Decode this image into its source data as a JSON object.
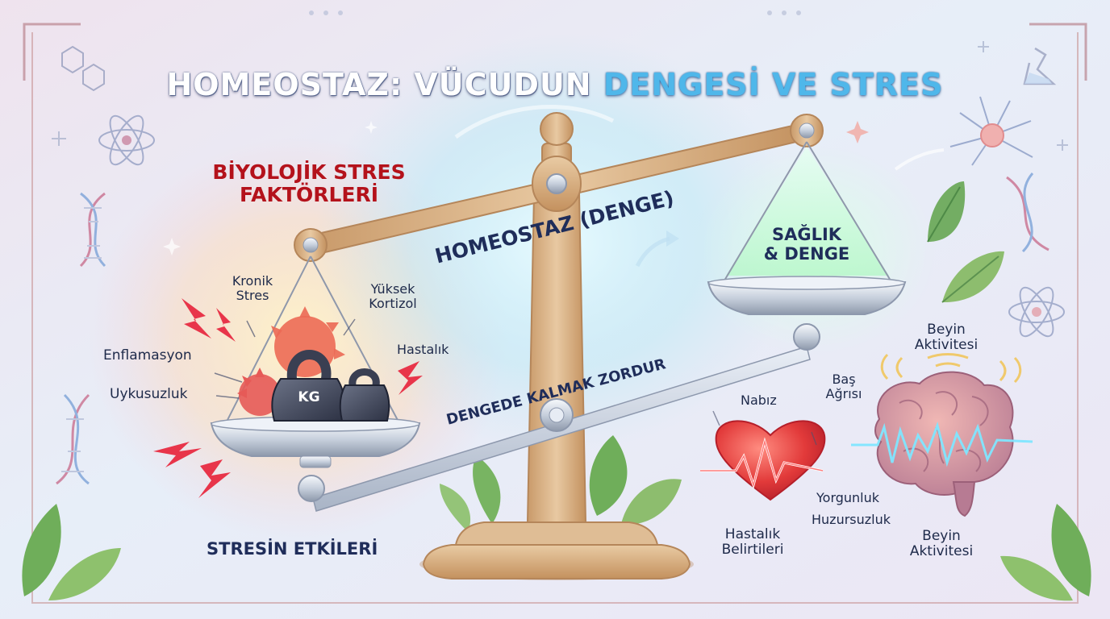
{
  "title": {
    "part1": "HOMEOSTAZ: VÜCUDUN ",
    "part2": "DENGESİ VE STRES"
  },
  "left": {
    "heading_line1": "BİYOLOJİK STRES",
    "heading_line2": "FAKTÖRLERİ",
    "factors": {
      "kronik": "Kronik\nStres",
      "yuksek": "Yüksek\nKortizol",
      "hastalik": "Hastalık",
      "enflamasyon": "Enflamasyon",
      "uykusuzluk": "Uykusuzluk"
    },
    "weight_label": "KG",
    "footer": "STRESİN ETKİLERİ"
  },
  "beam_label": "HOMEOSTAZ (DENGE)",
  "lower_beam_label": "DENGEDE KALMAK ZORDUR",
  "right_pan_label": "SAĞLIK\n& DENGE",
  "right": {
    "beyin_top": "Beyin\nAktivitesi",
    "bas_agrisi": "Baş\nAğrısı",
    "nabiz": "Nabız",
    "yorgunluk": "Yorgunluk",
    "huzursuzluk": "Huzursuzluk",
    "hastalik_belirtileri": "Hastalık\nBelirtileri",
    "beyin_bottom": "Beyin\nAktivitesi"
  },
  "colors": {
    "title_accent": "#4fb7ea",
    "heading_red": "#b4121b",
    "text_navy": "#1e2a4a",
    "wood": "#d9b48a",
    "heart_red": "#e23a3a",
    "brain_pink": "#d98a8f",
    "leaf_green": "#6fae5a"
  }
}
